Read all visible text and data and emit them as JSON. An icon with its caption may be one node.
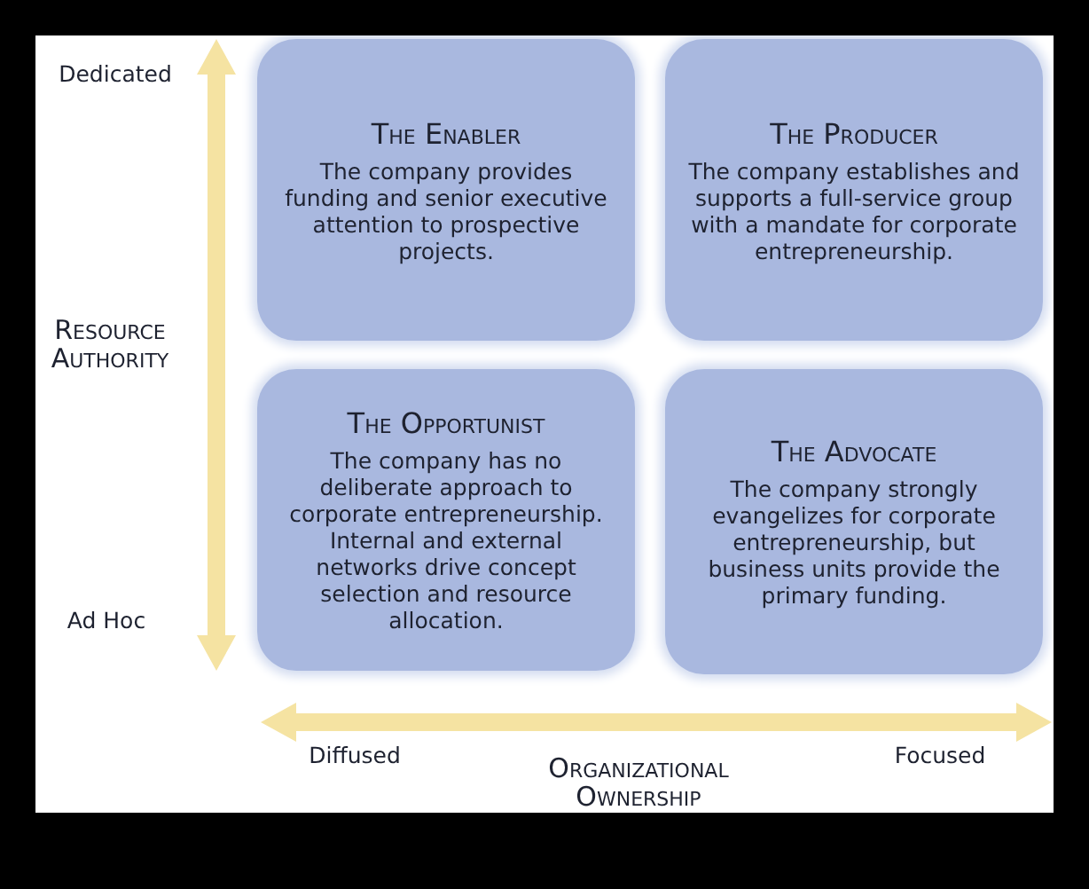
{
  "diagram": {
    "nodes": [
      {
        "text": [
          "The Enabler",
          "The company provides funding and senior executive attention to prospective projects."
        ]
      },
      {
        "text": [
          "The Producer",
          "The company establishes and supports a full-service group with a mandate for corporate entrepreneurship."
        ]
      },
      {
        "text": [
          "The Opportunist",
          "The company has no deliberate approach to corporate entrepreneurship. Internal and external networks drive concept selection and resource allocation."
        ]
      },
      {
        "text": [
          "The Advocate",
          "The company strongly evangelizes for corporate entrepreneurship, but business units provide the primary funding."
        ]
      }
    ],
    "edges": [],
    "labels": [
      "Dedicated",
      "Resource Authority",
      "Ad Hoc",
      "Diffused",
      "Organizational Ownership",
      "Focused"
    ]
  }
}
